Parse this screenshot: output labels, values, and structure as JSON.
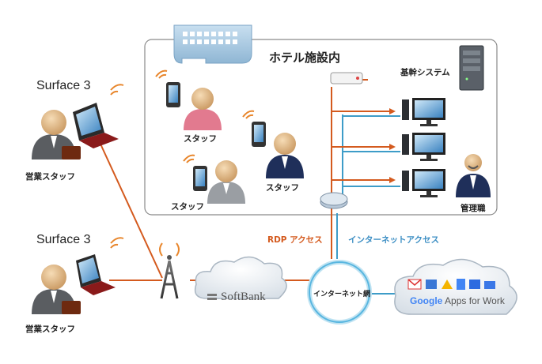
{
  "hotel": {
    "title": "ホテル施設内"
  },
  "labels": {
    "core_system": "基幹システム",
    "staff": "スタッフ",
    "sales_staff": "営業スタッフ",
    "manager": "管理職",
    "surface": "Surface 3",
    "rdp_access": "RDP アクセス",
    "internet_access": "インターネットアクセス",
    "internet": "インターネット網",
    "softbank": "SoftBank",
    "google_word": "Google",
    "google_suffix": "Apps for Work"
  },
  "colors": {
    "rdp_line": "#d45a1e",
    "internet_line": "#3d9cc8",
    "panel_border": "#8a8a8a",
    "building": "#a8c8e0",
    "cloud": "#e8eef3"
  },
  "icons": [
    "building-icon",
    "router-icon",
    "server-icon",
    "monitor-icon",
    "switch-icon",
    "antenna-icon",
    "cloud-icon",
    "person-icon",
    "tablet-icon",
    "wifi-icon",
    "briefcase-icon",
    "gmail-icon",
    "calendar-icon",
    "drive-icon",
    "docs-icon",
    "contacts-icon",
    "sites-icon"
  ]
}
